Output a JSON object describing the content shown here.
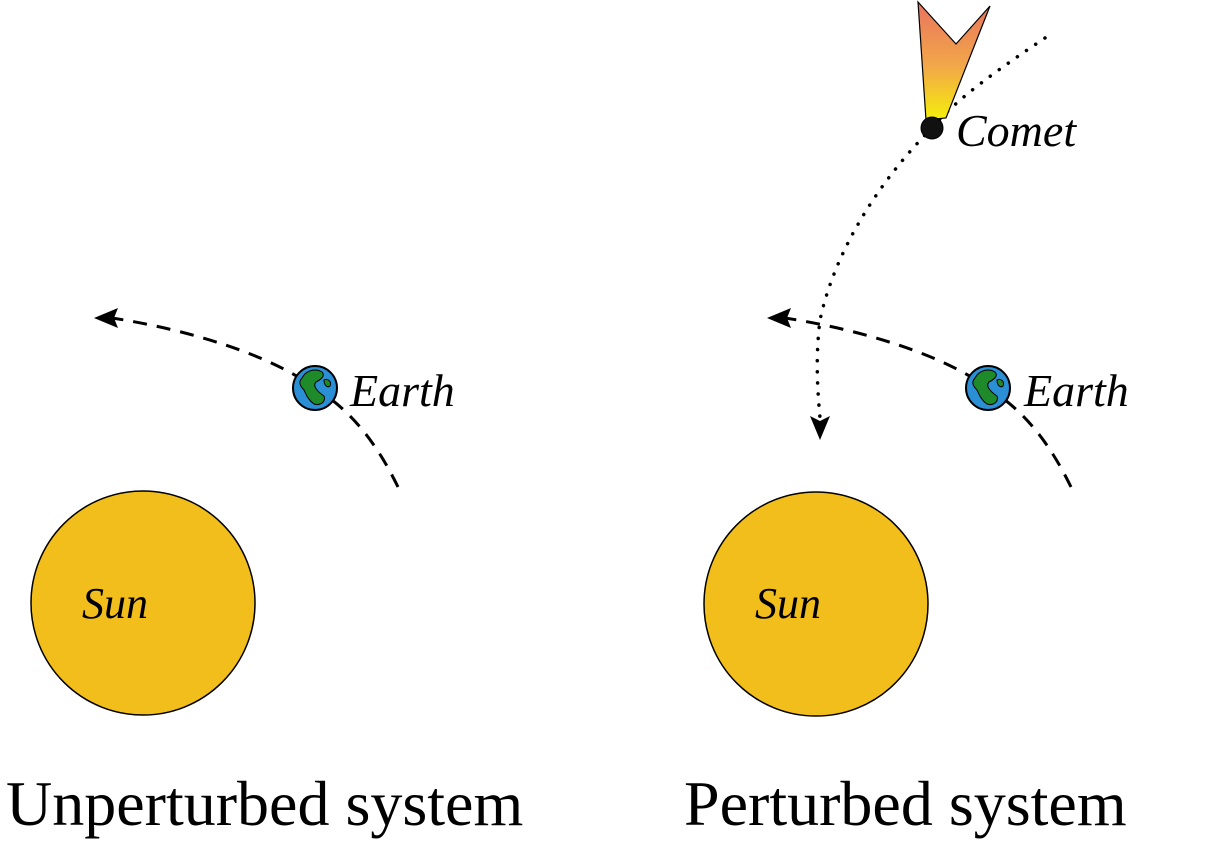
{
  "panels": {
    "left": {
      "caption": "Unperturbed system",
      "sun_label": "Sun",
      "earth_label": "Earth"
    },
    "right": {
      "caption": "Perturbed system",
      "sun_label": "Sun",
      "earth_label": "Earth",
      "comet_label": "Comet"
    }
  },
  "colors": {
    "sun_fill": "#f2be1b",
    "earth_ocean": "#2b8fd6",
    "earth_land": "#1f8a2a",
    "comet_nucleus": "#111111",
    "comet_tail_top": "#e8735f",
    "comet_tail_bottom": "#f5ef0a",
    "path_stroke": "#000000"
  }
}
